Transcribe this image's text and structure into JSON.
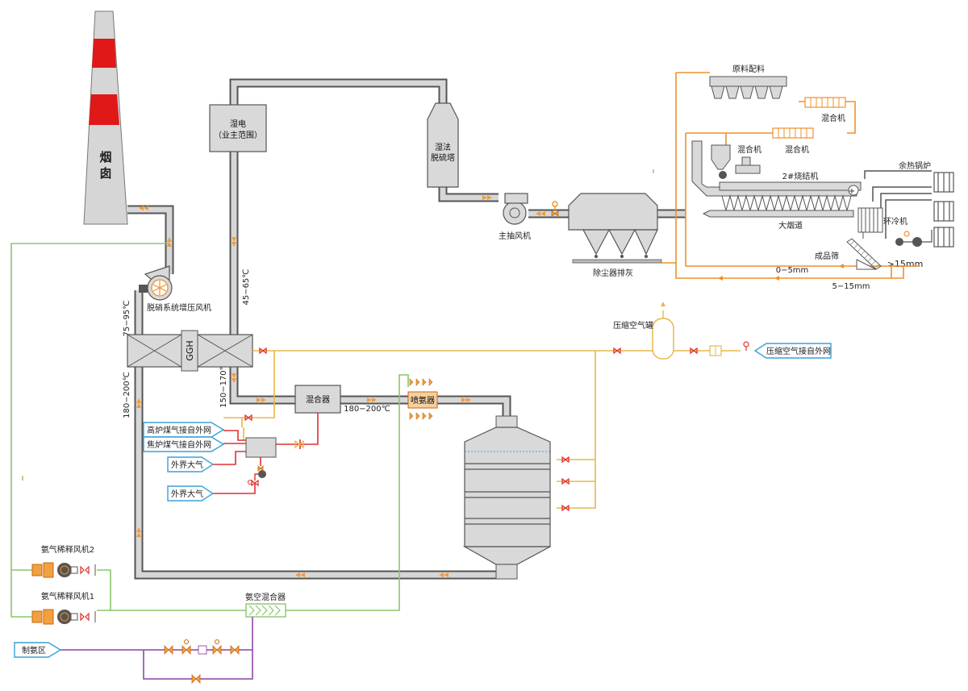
{
  "labels": {
    "chimney": "烟囱",
    "wet_esp_line1": "湿电",
    "wet_esp_line2": "（业主范围）",
    "desulf_line1": "湿法",
    "desulf_line2": "脱硫塔",
    "main_fan": "主抽风机",
    "dust_discharge": "除尘器排灰",
    "raw_batching": "原料配料",
    "mixer": "混合机",
    "sinter_machine": "2#烧结机",
    "main_flue": "大烟道",
    "waste_heat_boiler": "余热锅炉",
    "ring_cooler": "环冷机",
    "product_screen": "成品筛",
    "size_gt15": ">15mm",
    "size_0_5": "0−5mm",
    "size_5_15": "5−15mm",
    "booster_fan": "脱硝系统增压风机",
    "temp_75_95": "75−95℃",
    "temp_45_65": "45−65℃",
    "ggh": "GGH",
    "temp_150_170": "150−170℃",
    "temp_180_200_left": "180−200℃",
    "gas_mixer": "混合器",
    "temp_180_200": "180−200℃",
    "ammonia_injector": "喷氨器",
    "compressed_air_tank": "压缩空气罐",
    "compressed_air_source": "压缩空气接自外网",
    "bf_gas": "高炉煤气接自外网",
    "coke_gas": "焦炉煤气接自外网",
    "outside_air_1": "外界大气",
    "outside_air_2": "外界大气",
    "dilution_fan_2": "氨气稀释风机2",
    "dilution_fan_1": "氨气稀释风机1",
    "ammonia_air_mixer": "氨空混合器",
    "ammonia_zone": "制氨区"
  },
  "colors": {
    "flue_gas_duct": "#555555",
    "chimney_red": "#e01818",
    "steam_line": "#f0902a",
    "air_line": "#e8b84a",
    "ammonia_air_line": "#8cc56c",
    "gas_line": "#e03030",
    "ammonia_line": "#9a5cb0",
    "inlet_arrow": "#3aa0d8"
  }
}
